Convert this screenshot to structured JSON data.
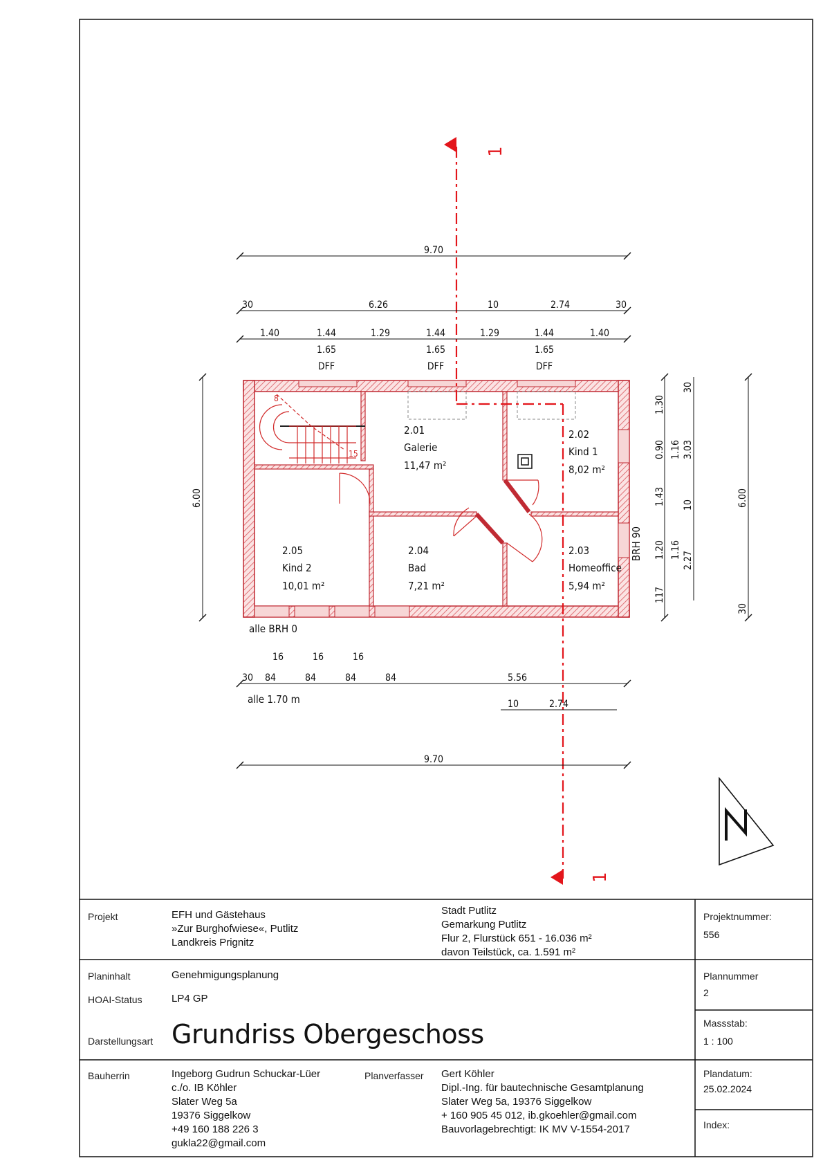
{
  "plan": {
    "dimensions": {
      "overall_top": "9.70",
      "top_chain": [
        "30",
        "6.26",
        "10",
        "2.74",
        "30"
      ],
      "window_chain": [
        "1.40",
        "1.44",
        "1.29",
        "1.44",
        "1.29",
        "1.44",
        "1.40"
      ],
      "window_heights": [
        "1.65",
        "1.65",
        "1.65"
      ],
      "window_type": "DFF",
      "left_total": "6.00",
      "right_inner": [
        "1.30",
        "0.90",
        "1.43",
        "1.20",
        "117"
      ],
      "right_mid": [
        "1.16",
        "1.16"
      ],
      "right_outer": [
        "30",
        "3.03",
        "10",
        "2.27"
      ],
      "right_total": "6.00",
      "right_bottom": "30",
      "brh_note": "BRH 90",
      "bottom_sub": [
        "16",
        "16",
        "16"
      ],
      "bottom_chain": [
        "30",
        "84",
        "84",
        "84",
        "84",
        "5.56"
      ],
      "bottom_chain2": [
        "10",
        "2.74"
      ],
      "overall_bottom": "9.70",
      "note_brh": "alle BRH 0",
      "note_height": "alle 1.70 m"
    },
    "stair": {
      "top": "8",
      "bottom": "15"
    },
    "section_label": "1",
    "rooms": [
      {
        "number": "2.01",
        "name": "Galerie",
        "area": "11,47 m²"
      },
      {
        "number": "2.02",
        "name": "Kind 1",
        "area": "8,02 m²"
      },
      {
        "number": "2.03",
        "name": "Homeoffice",
        "area": "5,94 m²"
      },
      {
        "number": "2.04",
        "name": "Bad",
        "area": "7,21 m²"
      },
      {
        "number": "2.05",
        "name": "Kind 2",
        "area": "10,01 m²"
      }
    ]
  },
  "titleblock": {
    "projekt_label": "Projekt",
    "projekt_lines": [
      "EFH und Gästehaus",
      "»Zur Burghofwiese«, Putlitz",
      "Landkreis Prignitz"
    ],
    "ort_lines": [
      "Stadt Putlitz",
      "Gemarkung Putlitz",
      "Flur 2, Flurstück 651 - 16.036 m²",
      "davon Teilstück, ca. 1.591 m²"
    ],
    "projektnummer_label": "Projektnummer:",
    "projektnummer": "556",
    "planinhalt_label": "Planinhalt",
    "planinhalt": "Genehmigungsplanung",
    "hoai_label": "HOAI-Status",
    "hoai": "LP4 GP",
    "plannummer_label": "Plannummer",
    "plannummer": "2",
    "darstellungsart_label": "Darstellungsart",
    "darstellungsart": "Grundriss Obergeschoss",
    "massstab_label": "Massstab:",
    "massstab": "1 : 100",
    "bauherrin_label": "Bauherrin",
    "bauherrin_lines": [
      "Ingeborg Gudrun Schuckar-Lüer",
      "c./o. IB Köhler",
      "Slater Weg 5a",
      "19376 Siggelkow",
      "+49 160 188 226 3",
      "gukla22@gmail.com"
    ],
    "planverfasser_label": "Planverfasser",
    "planverfasser_lines": [
      "Gert Köhler",
      "Dipl.-Ing. für bautechnische Gesamtplanung",
      "Slater Weg 5a, 19376 Siggelkow",
      "+ 160 905 45 012, ib.gkoehler@gmail.com",
      "Bauvorlagebrechtigt: IK MV V-1554-2017"
    ],
    "plandatum_label": "Plandatum:",
    "plandatum": "25.02.2024",
    "index_label": "Index:"
  }
}
